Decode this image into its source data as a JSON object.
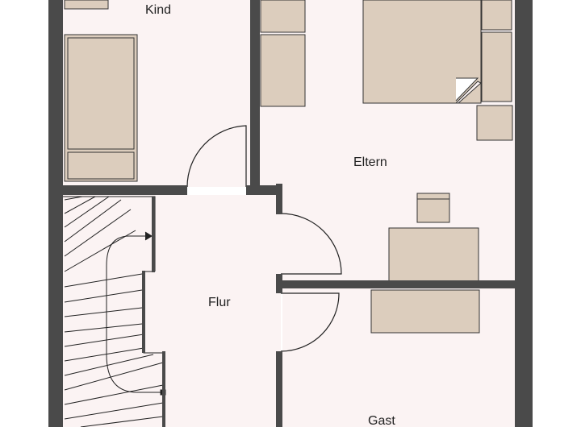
{
  "rooms": {
    "kind": "Kind",
    "eltern": "Eltern",
    "flur": "Flur",
    "gast": "Gast"
  },
  "colors": {
    "wall": "#4a4a4a",
    "floor": "#fbf3f3",
    "furniture": "#dccdbd",
    "furniture_stroke": "#333333",
    "background": "#ffffff"
  }
}
